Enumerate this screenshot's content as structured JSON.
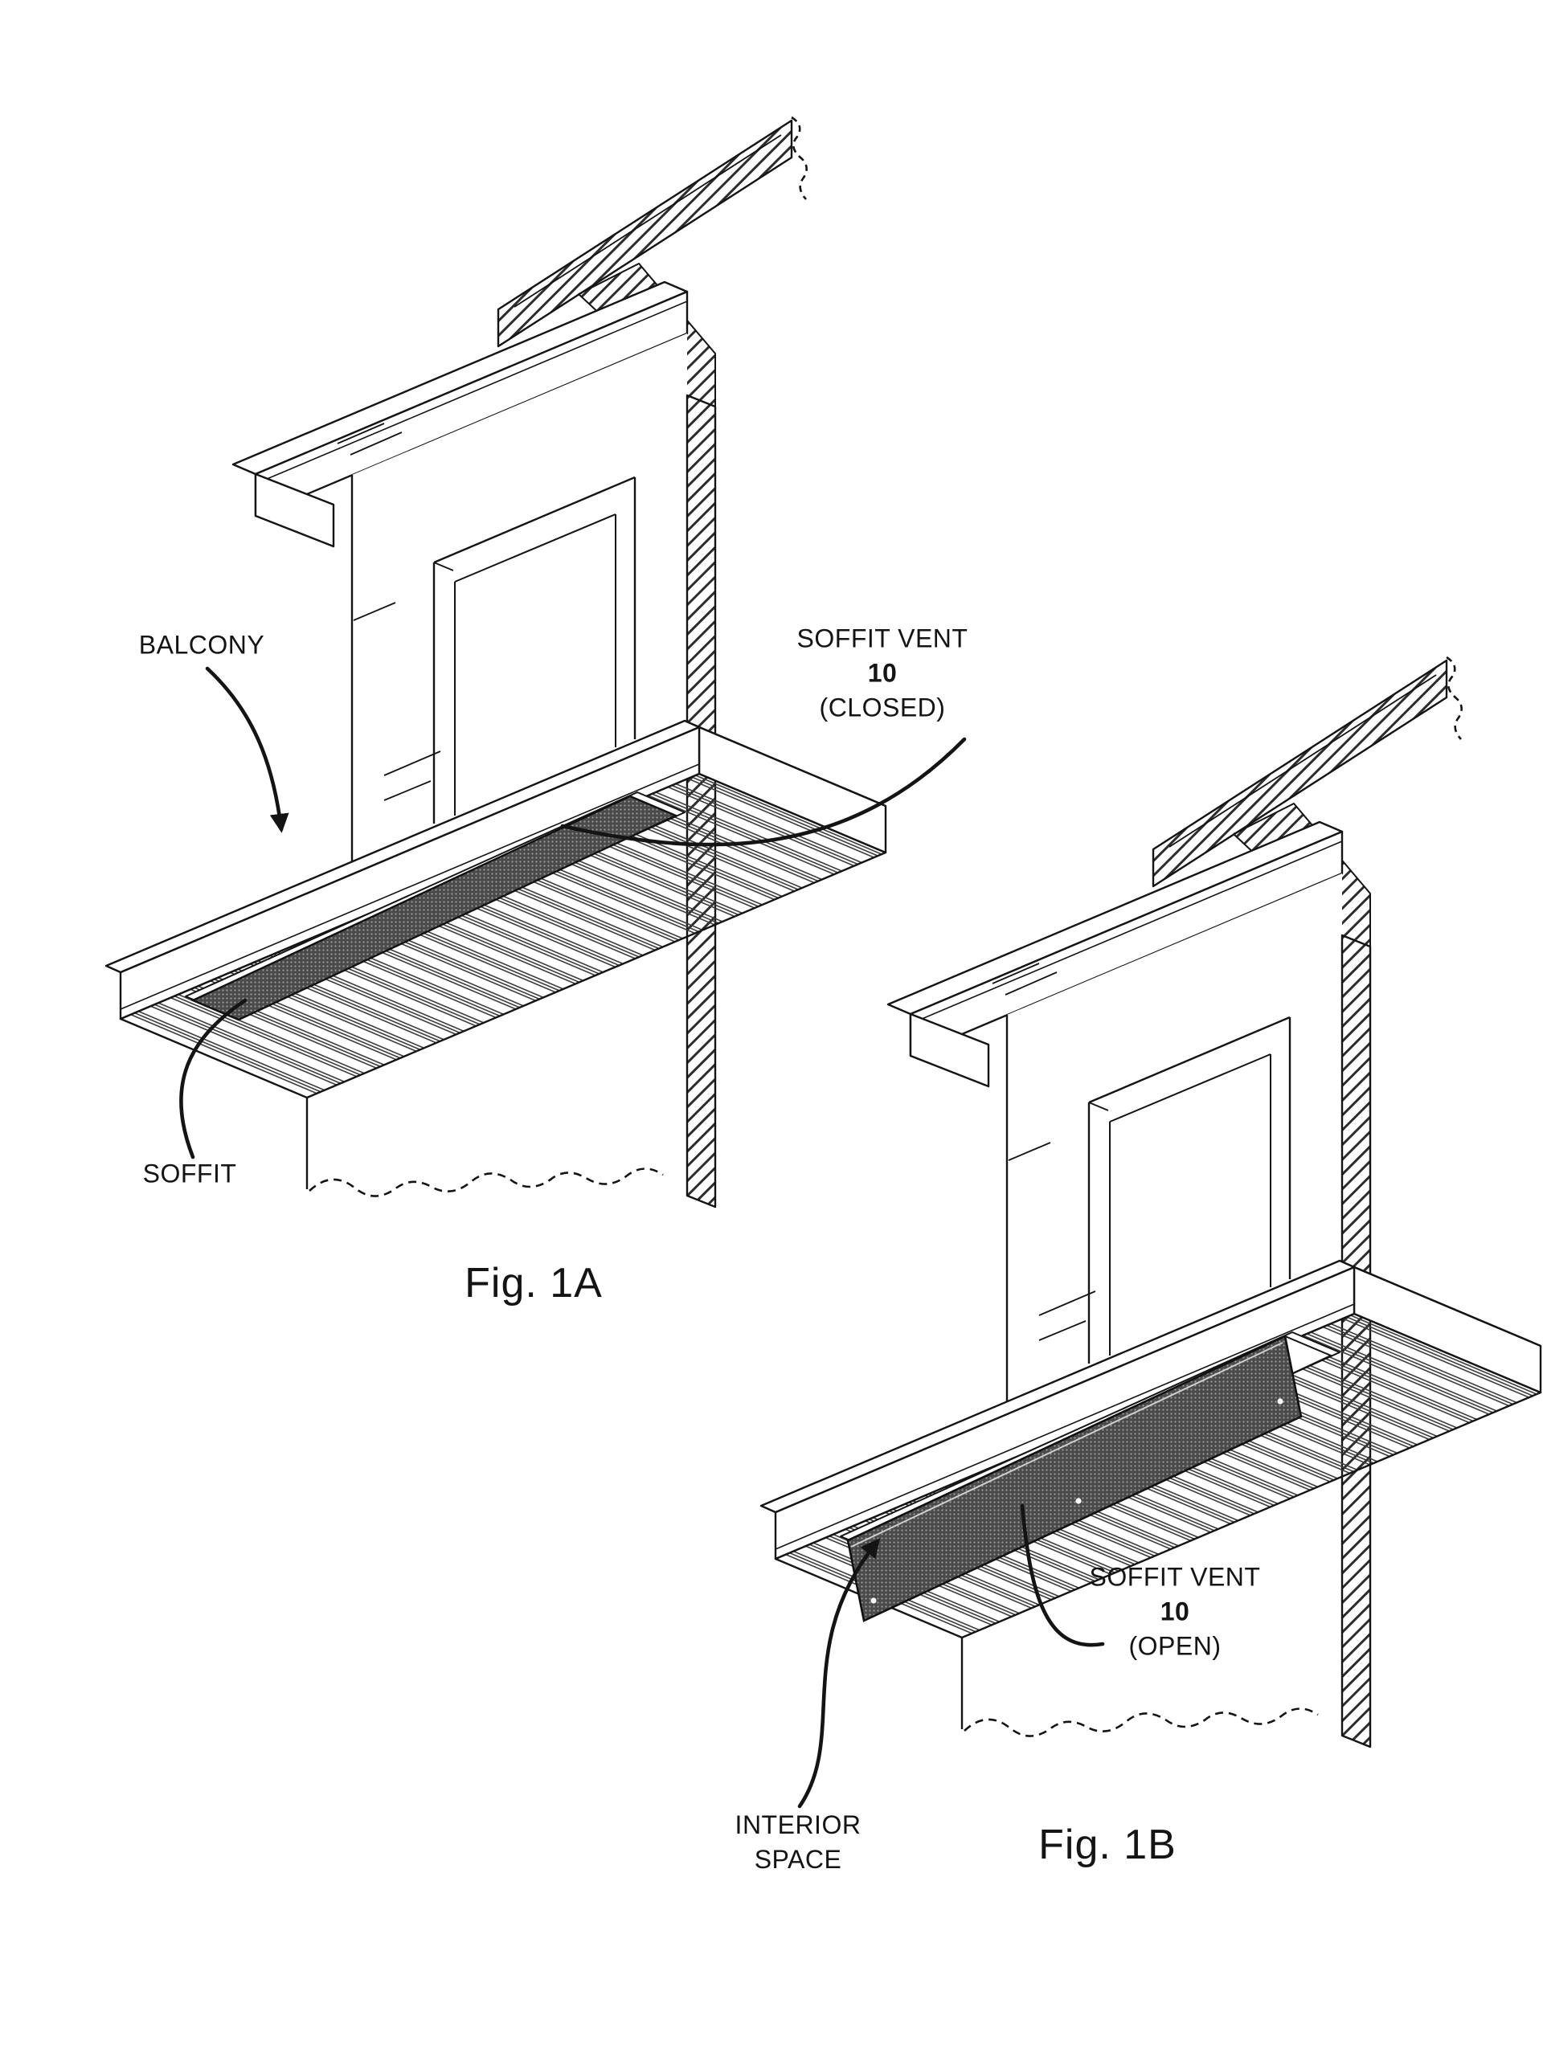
{
  "figures": {
    "fig_1a": {
      "caption": "Fig. 1A",
      "labels": {
        "balcony": "BALCONY",
        "soffit": "SOFFIT",
        "soffit_vent_line1": "SOFFIT VENT",
        "soffit_vent_ref": "10",
        "soffit_vent_state": "(CLOSED)"
      }
    },
    "fig_1b": {
      "caption": "Fig. 1B",
      "labels": {
        "soffit_vent_line1": "SOFFIT VENT",
        "soffit_vent_ref": "10",
        "soffit_vent_state": "(OPEN)",
        "interior_line1": "INTERIOR",
        "interior_line2": "SPACE"
      }
    }
  },
  "style": {
    "ink": "#141414",
    "background": "#ffffff",
    "vent_fill": "#4a4a4a",
    "vent_dot": "#9e9e9e"
  }
}
